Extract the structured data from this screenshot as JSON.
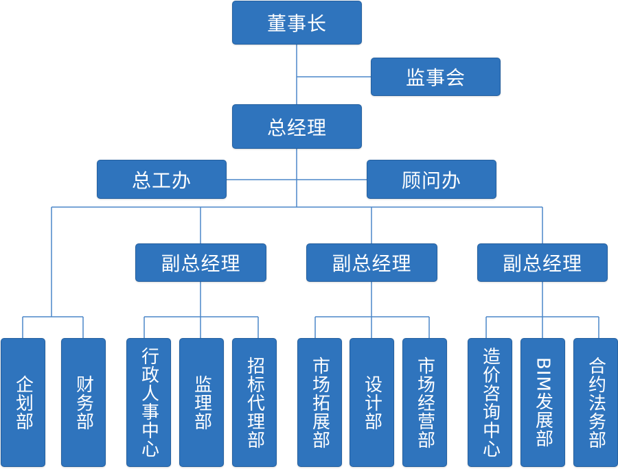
{
  "chairman": "董事长",
  "supervisory_board": "监事会",
  "general_manager": "总经理",
  "chief_engineer_office": "总工办",
  "advisor_office": "顾问办",
  "deputy_gm": "副总经理",
  "departments": [
    "企划部",
    "财务部",
    "行政人事中心",
    "监理部",
    "招标代理部",
    "市场拓展部",
    "设计部",
    "市场经营部",
    "造价咨询中心",
    "BIM发展部",
    "合约法务部"
  ],
  "colors": {
    "box": "#2f74bd",
    "line": "#4a86c8",
    "text": "#ffffff"
  }
}
